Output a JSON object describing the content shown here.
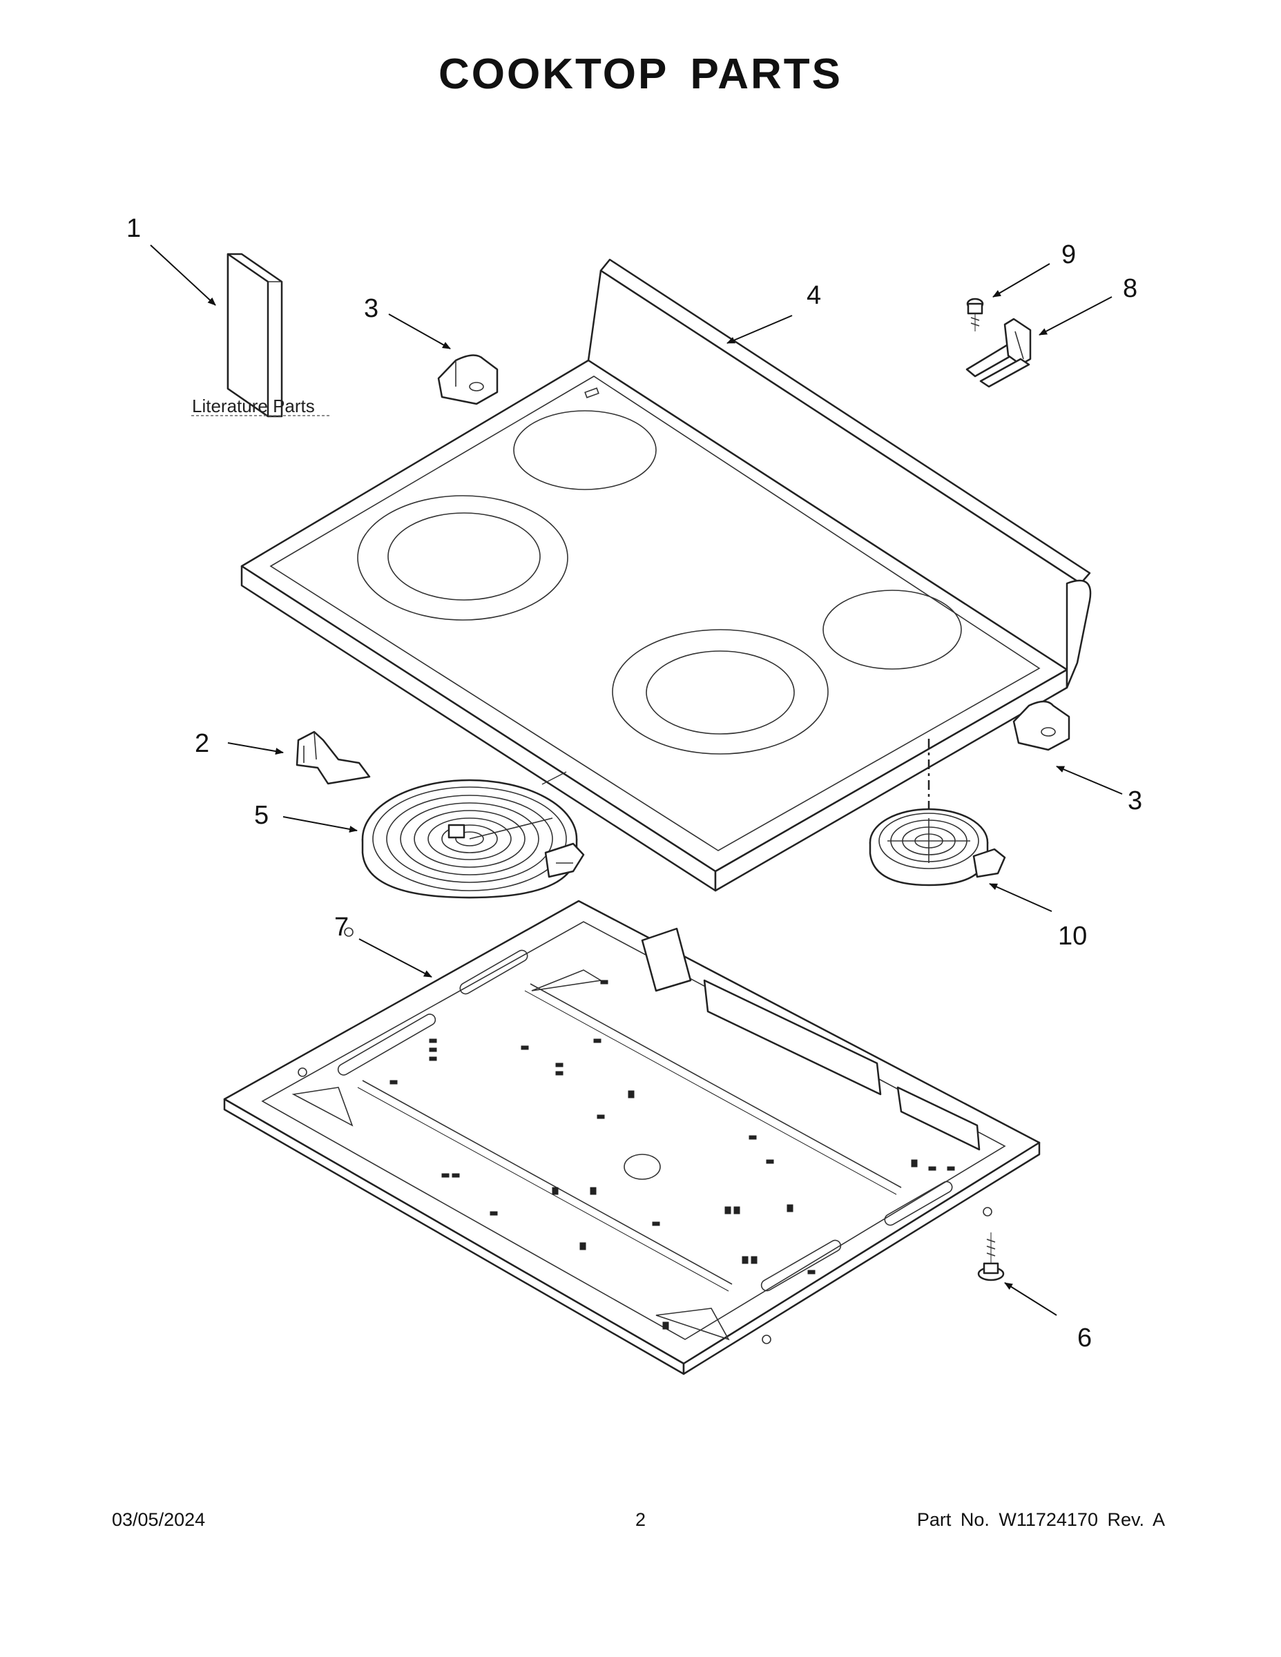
{
  "page": {
    "title": "COOKTOP PARTS"
  },
  "callouts": {
    "c1": "1",
    "c2": "2",
    "c3a": "3",
    "c3b": "3",
    "c4": "4",
    "c5": "5",
    "c6": "6",
    "c7": "7",
    "c8": "8",
    "c9": "9",
    "c10": "10"
  },
  "labels": {
    "literature_parts": "Literature Parts"
  },
  "footer": {
    "date": "03/05/2024",
    "page_number": "2",
    "part_number": "Part No.  W11724170  Rev.  A"
  }
}
